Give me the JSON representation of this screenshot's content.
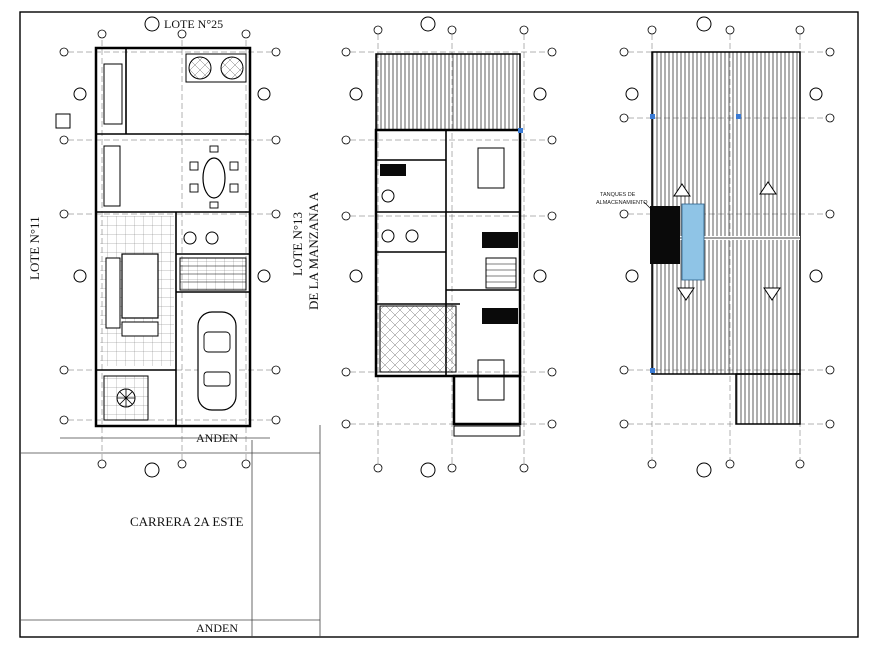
{
  "labels": {
    "lote_top": "LOTE N°25",
    "lote_left": "LOTE N°11",
    "lote_center_1": "LOTE N°13",
    "lote_center_2": "DE LA MANZANA A",
    "anden_top": "ANDEN",
    "anden_bottom": "ANDEN",
    "street": "CARRERA 2A ESTE",
    "tanques_1": "TANQUES DE",
    "tanques_2": "ALMACENAMIENTO"
  },
  "colors": {
    "ink": "#111111",
    "tank_fill": "#8fc4e6",
    "tank_dark": "#0a0a0a",
    "marker": "#3a7bd5"
  },
  "icons": [
    "north-arrow-icon",
    "car-icon",
    "tree-icon",
    "slope-arrow-icon",
    "axis-bubble-icon"
  ]
}
